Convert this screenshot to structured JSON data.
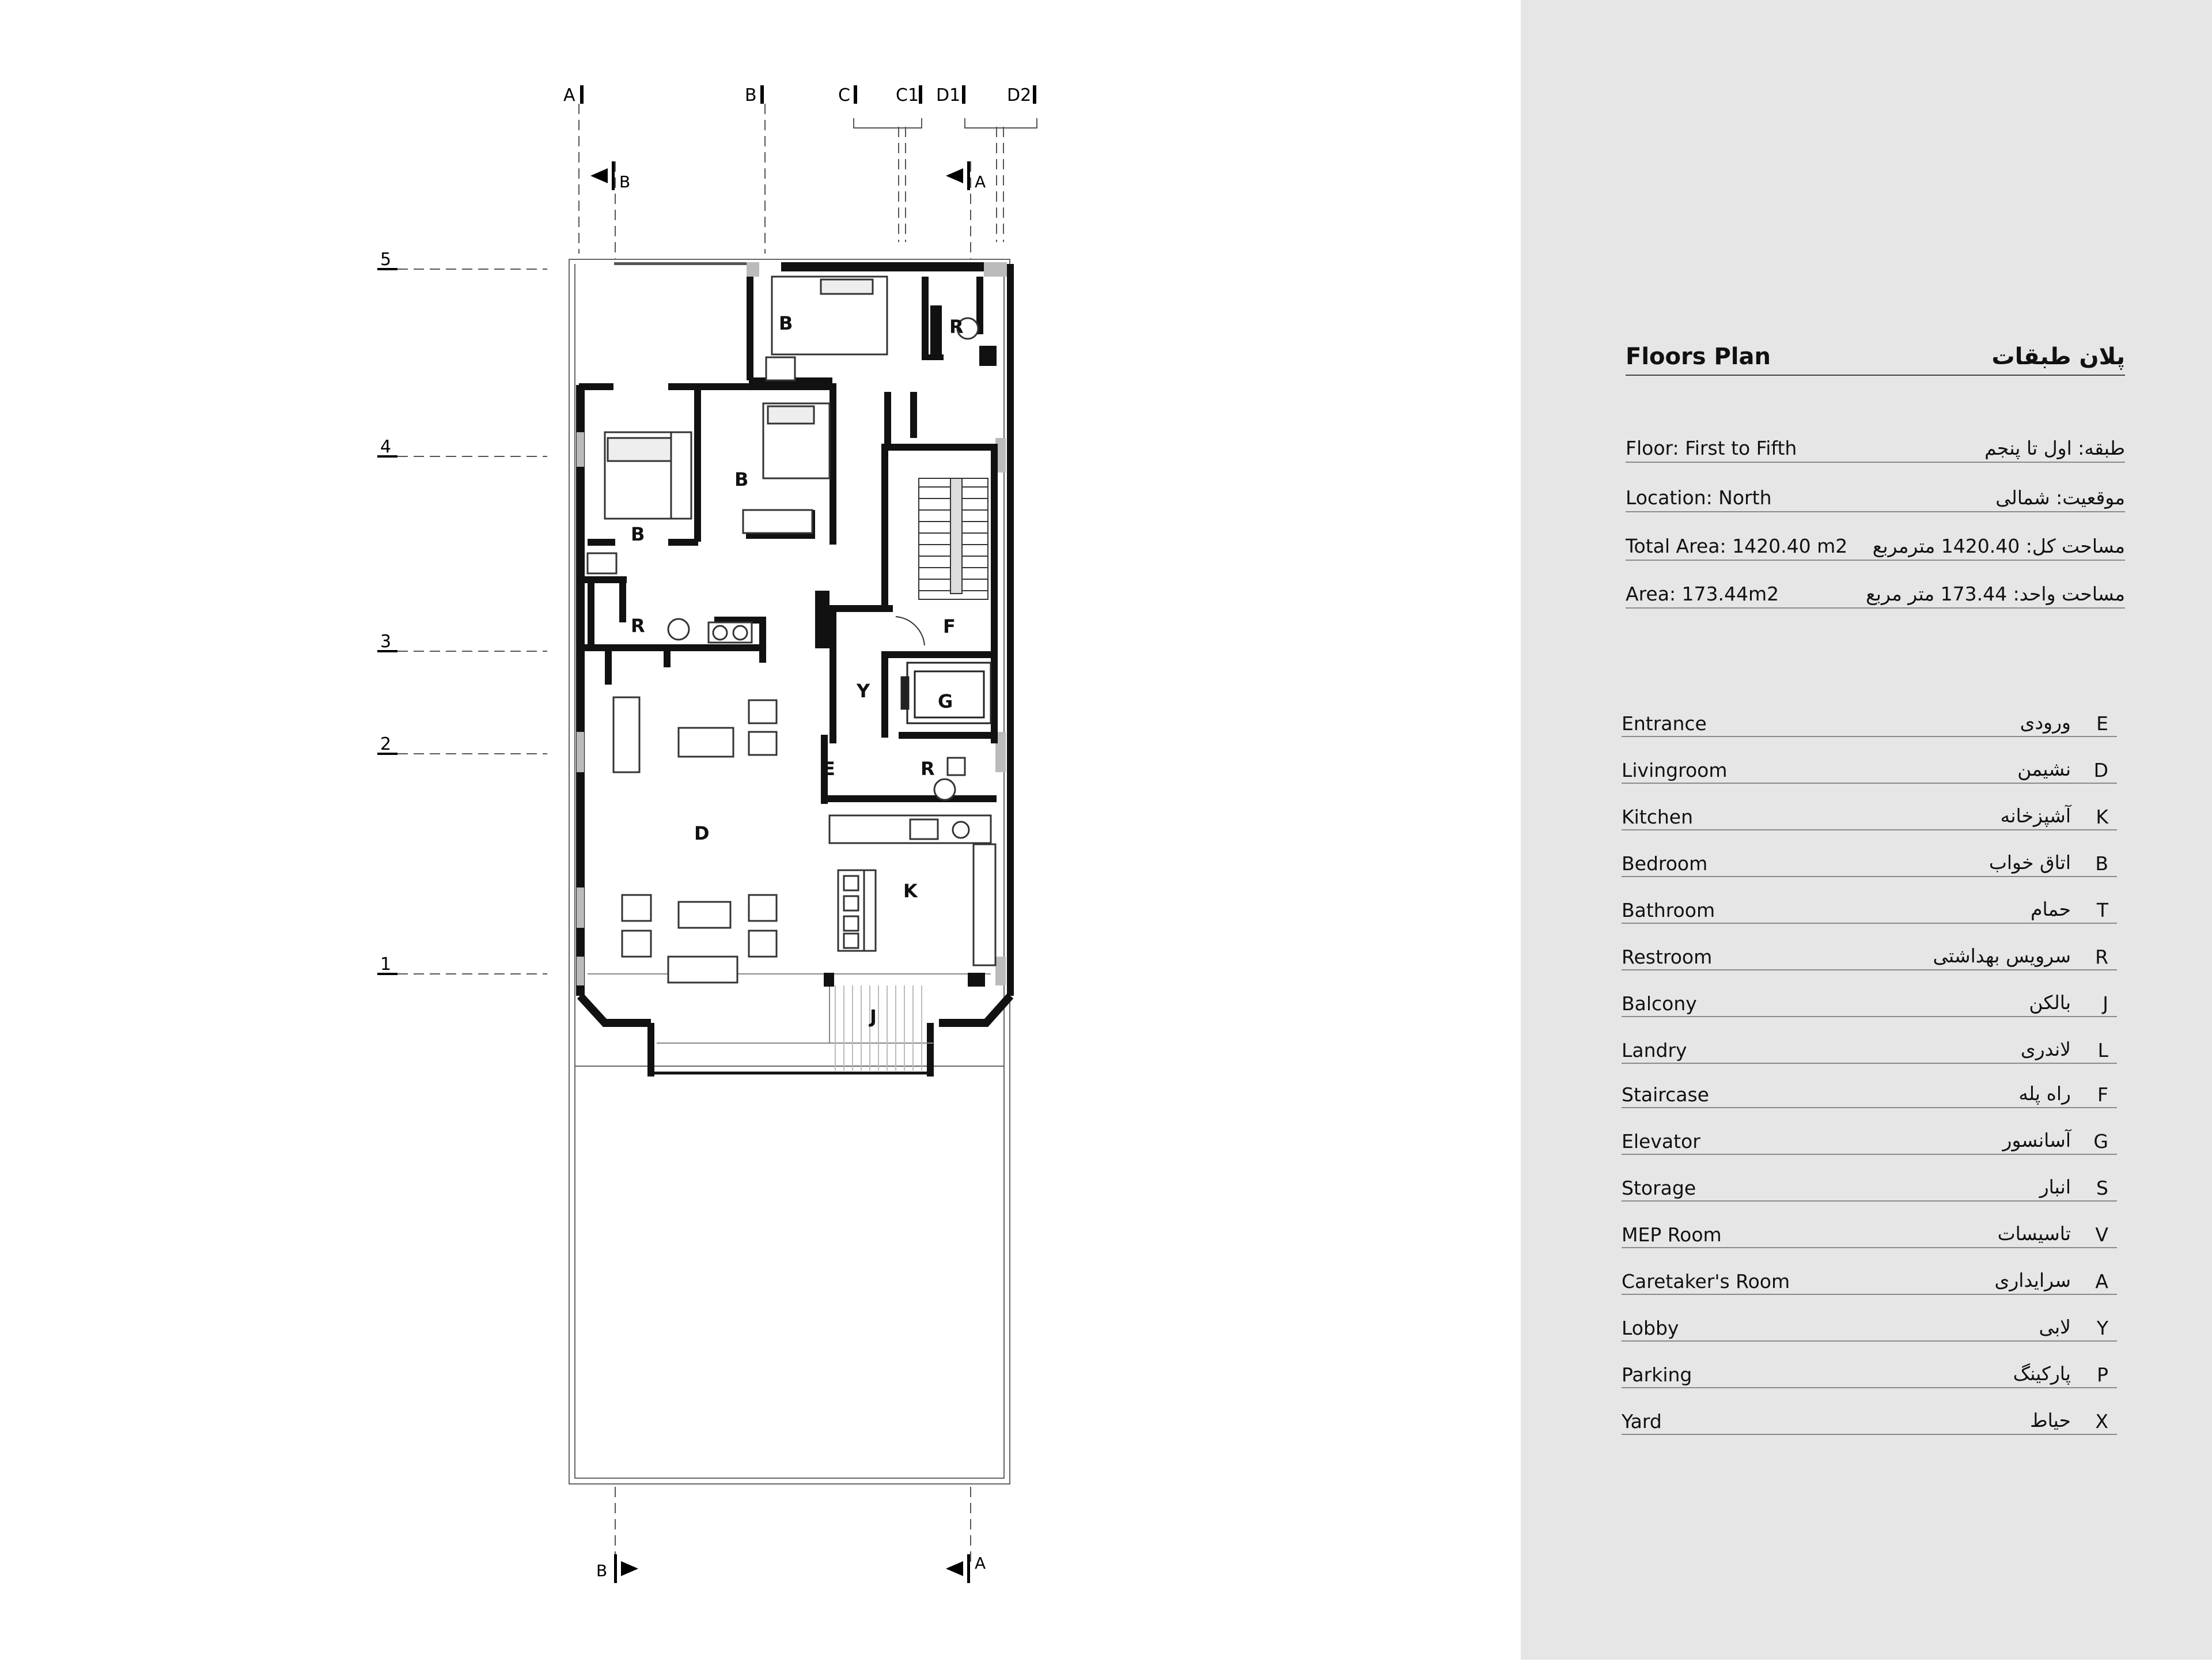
{
  "plan": {
    "grid_top": [
      "A",
      "B",
      "C",
      "C1",
      "D1",
      "D2"
    ],
    "grid_side": [
      "5",
      "4",
      "3",
      "2",
      "1"
    ],
    "section_marks": {
      "b": "B",
      "a": "A"
    },
    "rooms": {
      "bed_top": "B",
      "bed_mid": "B",
      "bed_left": "B",
      "rest_top": "R",
      "rest_left": "R",
      "rest_mid": "R",
      "stair": "F",
      "lobby": "Y",
      "elevator": "G",
      "entrance": "E",
      "living": "D",
      "kitchen": "K",
      "balcony": "J"
    }
  },
  "panel": {
    "title_en": "Floors Plan",
    "title_fa": "پلان طبقات",
    "info": [
      {
        "en": "Floor: First to Fifth",
        "fa": "طبقه: اول تا پنجم"
      },
      {
        "en": "Location: North",
        "fa": "موقعیت: شمالی"
      },
      {
        "en": "Total Area: 1420.40 m2",
        "fa": "مساحت کل: 1420.40 مترمربع"
      },
      {
        "en": "Area: 173.44m2",
        "fa": "مساحت واحد: 173.44 متر مربع"
      }
    ],
    "legend": [
      {
        "en": "Entrance",
        "fa": "ورودی",
        "code": "E"
      },
      {
        "en": "Livingroom",
        "fa": "نشیمن",
        "code": "D"
      },
      {
        "en": "Kitchen",
        "fa": "آشپزخانه",
        "code": "K"
      },
      {
        "en": "Bedroom",
        "fa": "اتاق خواب",
        "code": "B"
      },
      {
        "en": "Bathroom",
        "fa": "حمام",
        "code": "T"
      },
      {
        "en": "Restroom",
        "fa": "سرویس بهداشتی",
        "code": "R"
      },
      {
        "en": "Balcony",
        "fa": "بالکن",
        "code": "J"
      },
      {
        "en": "Landry",
        "fa": "لاندری",
        "code": "L"
      },
      {
        "en": "Staircase",
        "fa": "راه پله",
        "code": "F"
      },
      {
        "en": "Elevator",
        "fa": "آسانسور",
        "code": "G"
      },
      {
        "en": "Storage",
        "fa": "انبار",
        "code": "S"
      },
      {
        "en": "MEP Room",
        "fa": "تاسیسات",
        "code": "V"
      },
      {
        "en": "Caretaker's Room",
        "fa": "سرایداری",
        "code": "A"
      },
      {
        "en": "Lobby",
        "fa": "لابی",
        "code": "Y"
      },
      {
        "en": "Parking",
        "fa": "پارکینگ",
        "code": "P"
      },
      {
        "en": "Yard",
        "fa": "حیاط",
        "code": "X"
      }
    ]
  }
}
